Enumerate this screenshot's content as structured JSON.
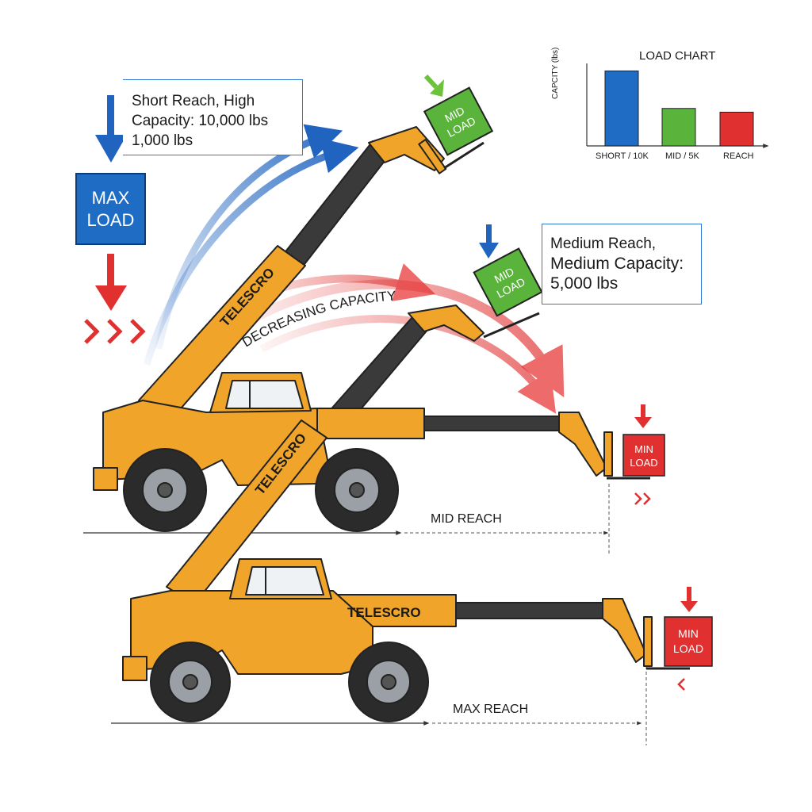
{
  "callouts": {
    "short": {
      "line1": "Short Reach, High",
      "line2": "Capacity: 10,000 lbs",
      "line3": "1,000 lbs"
    },
    "medium": {
      "line1": "Medium Reach,",
      "line2": "Medium Capacity:",
      "line3": "5,000 lbs"
    }
  },
  "loads": {
    "max": [
      "MAX",
      "LOAD"
    ],
    "mid": [
      "MID",
      "LOAD"
    ],
    "min": [
      "MIN",
      "LOAD"
    ]
  },
  "machine_brand": "TELESCRO",
  "arc_label": "DECREASING CAPACITY",
  "reach_labels": {
    "mid": "MID REACH",
    "max": "MAX REACH"
  },
  "colors": {
    "machine": "#f0a52a",
    "boom_inner": "#3a3a3a",
    "max_load": "#1f6cc4",
    "mid_load": "#5ab43c",
    "min_load": "#e03030",
    "arrow_blue": "#2064c0",
    "arrow_red": "#e03030",
    "arrow_green": "#6cc23a"
  },
  "chart_data": {
    "type": "bar",
    "title": "LOAD CHART",
    "ylabel": "CAPCITY (lbs)",
    "xlabel": "",
    "categories": [
      "SHORT / 10K",
      "MID / 5K",
      "REACH"
    ],
    "values": [
      10000,
      5000,
      4500
    ],
    "colors": [
      "#1f6cc4",
      "#5ab43c",
      "#e03030"
    ],
    "ylim": [
      0,
      11000
    ],
    "grid": false
  }
}
